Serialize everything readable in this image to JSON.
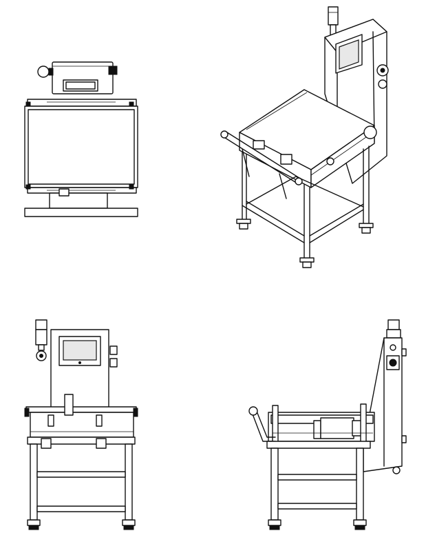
{
  "drawing": {
    "views": [
      {
        "id": "top-view"
      },
      {
        "id": "isometric-view"
      },
      {
        "id": "front-view"
      },
      {
        "id": "side-view"
      }
    ]
  }
}
